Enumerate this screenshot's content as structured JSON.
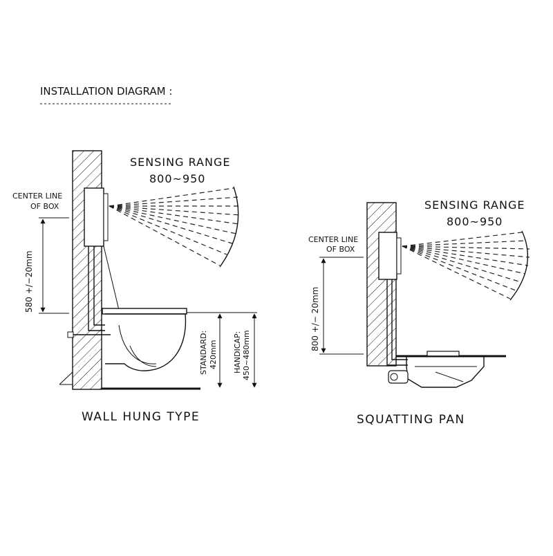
{
  "title": "INSTALLATION DIAGRAM :",
  "wall_hung": {
    "sensing_label": "SENSING RANGE",
    "sensing_range": "800~950",
    "center_line_1": "CENTER LINE",
    "center_line_2": "OF BOX",
    "height_dim": "580 +/−20mm",
    "standard_label": "STANDARD:",
    "standard_value": "420mm",
    "handicap_label": "HANDICAP:",
    "handicap_value": "450~480mm",
    "caption": "WALL HUNG TYPE"
  },
  "squatting": {
    "sensing_label": "SENSING RANGE",
    "sensing_range": "800~950",
    "center_line_1": "CENTER LINE",
    "center_line_2": "OF BOX",
    "height_dim": "800 +/− 20mm",
    "caption": "SQUATTING PAN"
  }
}
